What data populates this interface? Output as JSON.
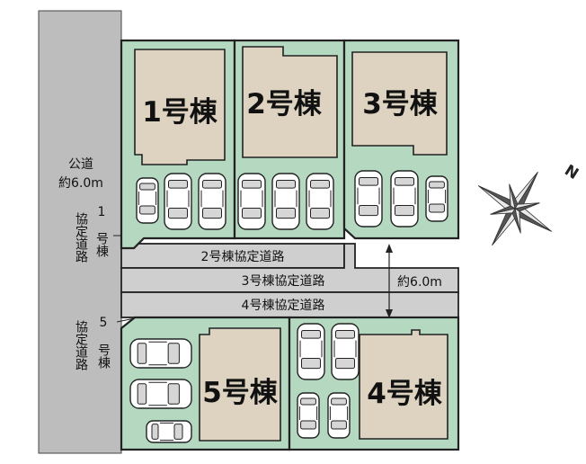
{
  "plan": {
    "buildings": [
      {
        "id": "1",
        "label": "1号棟"
      },
      {
        "id": "2",
        "label": "2号棟"
      },
      {
        "id": "3",
        "label": "3号棟"
      },
      {
        "id": "4",
        "label": "4号棟"
      },
      {
        "id": "5",
        "label": "5号棟"
      }
    ],
    "roads": {
      "public_road_name": "公道",
      "public_road_width": "約6.0m",
      "lot1_road_top": "1",
      "lot1_road_bottom": "号棟",
      "lot5_road_top": "5",
      "lot5_road_bottom": "号棟",
      "vertical_agreement": "協定道路",
      "agreement_road_2": "2号棟協定道路",
      "agreement_road_3": "3号棟協定道路",
      "agreement_road_4": "4号棟協定道路",
      "private_road_width": "約6.0m"
    },
    "compass": {
      "north_label": "N",
      "icon": "compass-rose-icon"
    },
    "parking_counts": {
      "lot1": 3,
      "lot2": 3,
      "lot3": 3,
      "lot4": 4,
      "lot5": 3
    },
    "colors": {
      "lot_fill": "#b4d8c0",
      "house_fill": "#ddd3c0",
      "road_fill": "#cfcfcf",
      "public_road_fill": "#bdbdbd"
    }
  }
}
